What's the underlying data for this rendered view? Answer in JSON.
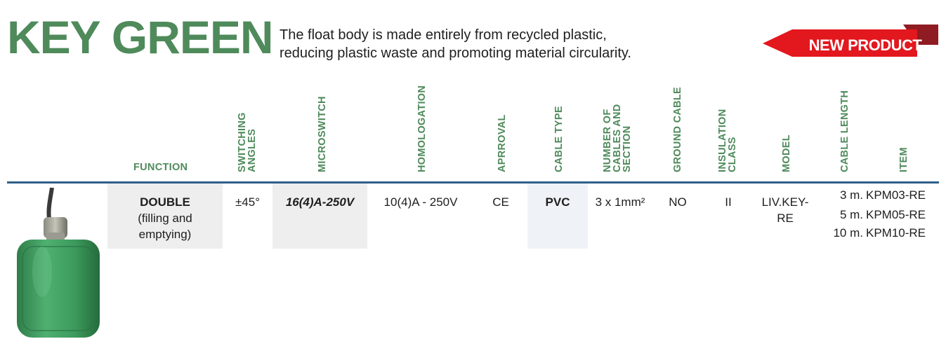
{
  "title": "KEY GREEN",
  "description": {
    "line1": "The float body is made entirely from recycled plastic,",
    "line2": "reducing plastic waste and promoting material circularity."
  },
  "badge": {
    "label": "NEW PRODUCT",
    "color": "#e3171e"
  },
  "columns": {
    "function": "FUNCTION",
    "switching_angles": [
      "SWITCHING",
      "ANGLES"
    ],
    "microswitch": "MICROSWITCH",
    "homologation": "HOMOLOGATION",
    "approval": "APRROVAL",
    "cable_type": "CABLE TYPE",
    "number_of_cables": [
      "NUMBER OF",
      "CABLES AND",
      "SECTION"
    ],
    "ground_cable": "GROUND CABLE",
    "insulation_class": [
      "INSULATION",
      "CLASS"
    ],
    "model": "MODEL",
    "cable_length": "CABLE LENGTH",
    "item": "ITEM"
  },
  "row": {
    "function": {
      "title": "DOUBLE",
      "line2": "(filling and",
      "line3": "emptying)"
    },
    "switching_angles": "±45°",
    "microswitch": "16(4)A-250V",
    "homologation": "10(4)A - 250V",
    "approval": "CE",
    "cable_type": "PVC",
    "number_of_cables": "3 x 1mm²",
    "ground_cable": "NO",
    "insulation_class": "II",
    "model": {
      "line1": "LIV.KEY-",
      "line2": "RE"
    },
    "variants": [
      {
        "length": "3 m.",
        "item": "KPM03-RE"
      },
      {
        "length": "5 m.",
        "item": "KPM05-RE"
      },
      {
        "length": "10 m.",
        "item": "KPM10-RE"
      }
    ]
  },
  "colors": {
    "accent_green": "#4f8a5b",
    "rule_blue": "#2f5f8a",
    "product_green": "#3c9a5d"
  },
  "product_image": "green-float-switch"
}
